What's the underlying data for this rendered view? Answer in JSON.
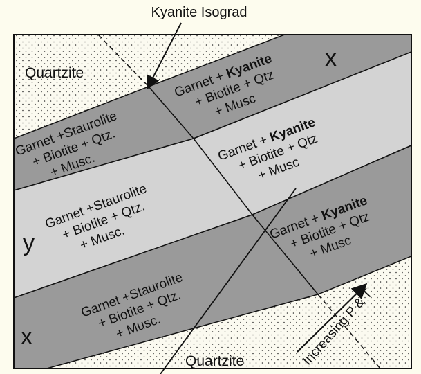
{
  "title": "Kyanite Isograd",
  "quartzite_top": "Quartzite",
  "quartzite_bottom": "Quartzite",
  "arrow_label": "Increasing P & T",
  "letters": {
    "x_top": "x",
    "y": "y",
    "x_bottom": "x"
  },
  "assemblage_staurolite": {
    "line1": "Garnet +Staurolite",
    "line2": "+ Biotite + Qtz.",
    "line3": "+ Musc."
  },
  "assemblage_kyanite": {
    "garnet": "Garnet + ",
    "kyanite": "Kyanite",
    "line2": "+ Biotite + Qtz",
    "line3": "+ Musc"
  },
  "colors": {
    "quartzite": "#fbfaf0",
    "layer_x": "#9a9a9a",
    "layer_y": "#d3d3d3",
    "outline": "#111111"
  }
}
